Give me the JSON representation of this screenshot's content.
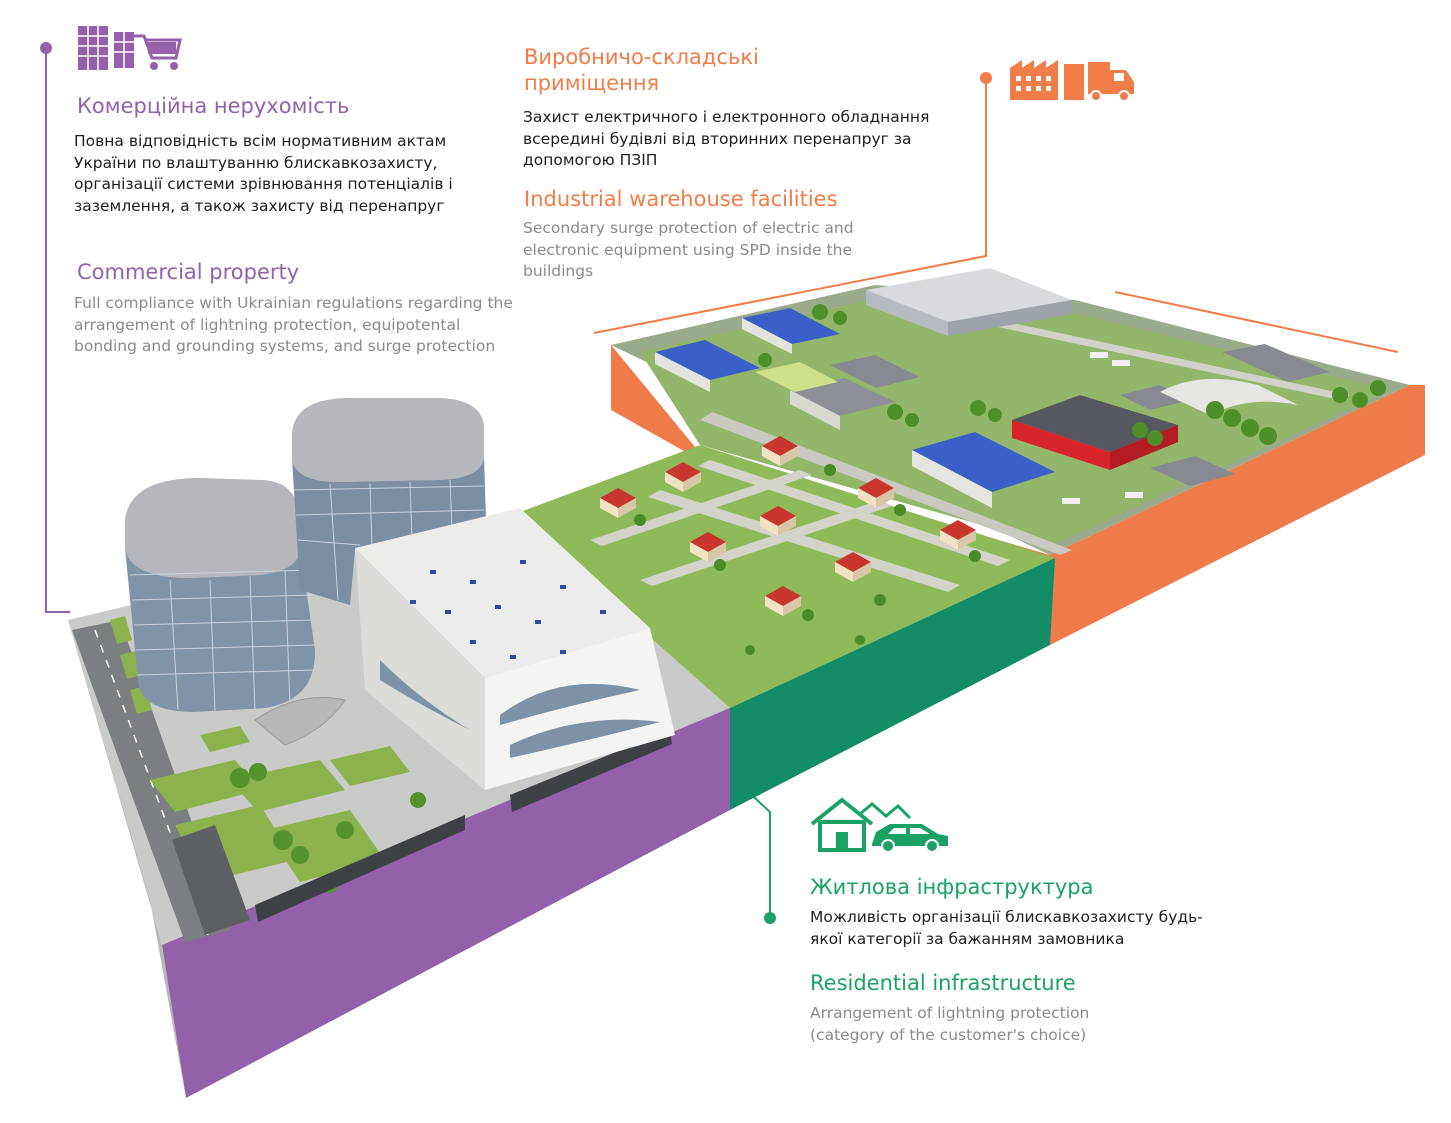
{
  "colors": {
    "commercial": "#9560aa",
    "industrial": "#f07c48",
    "residential": "#1aa266",
    "slab_purple": "#9360aa",
    "slab_green": "#138c68",
    "slab_orange": "#ef7b4a"
  },
  "icons": {
    "commercial": "building-shopping-cart-icon",
    "industrial": "factory-truck-icon",
    "residential": "house-car-icon"
  },
  "commercial": {
    "title_ua": "Комерційна нерухомість",
    "text_ua": "Повна відповідність всім нормативним актам України по влаштуванню блискавкозахисту, організації системи зрівнювання потенціалів і заземлення, а також захисту від перенапруг",
    "title_en": "Commercial property",
    "text_en": "Full compliance with Ukrainian regulations regarding the arrangement of lightning protection, equipotental bonding and grounding systems, and surge protection"
  },
  "industrial": {
    "title_ua": "Виробничо-складські приміщення",
    "text_ua": "Захист електричного і електронного обладнання всередині будівлі від вторинних перенапруг за допомогою ПЗІП",
    "title_en": "Industrial warehouse facilities",
    "text_en": "Secondary surge protection of electric and electronic equipment using SPD inside the buildings"
  },
  "residential": {
    "title_ua": "Житлова інфраструктура",
    "text_ua": "Можливість організації блискавкозахисту будь-якої категорії за бажанням замовника",
    "title_en": "Residential infrastructure",
    "text_en": "Arrangement of lightning protection (category of the customer's choice)"
  }
}
